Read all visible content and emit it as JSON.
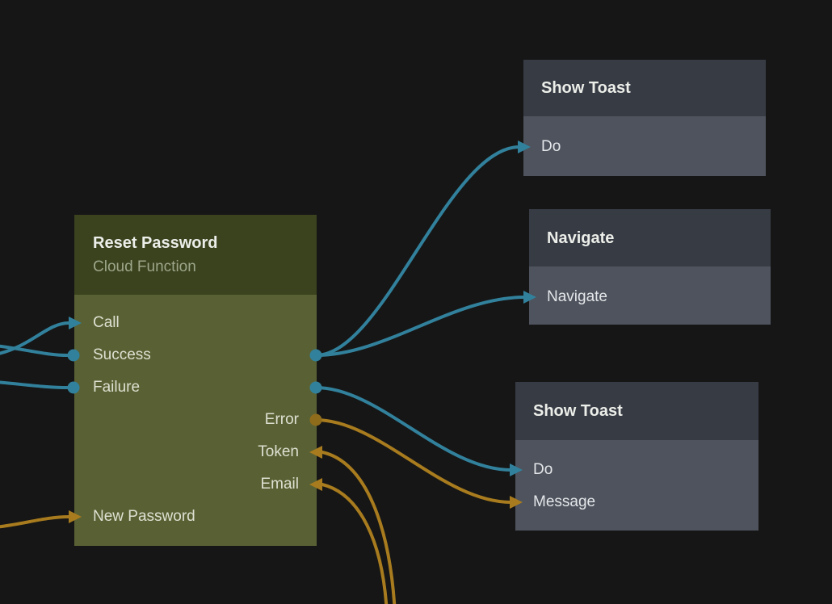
{
  "editor": {
    "background_color": "#161616",
    "view": "node-graph"
  },
  "palette": {
    "signal": "#32819c",
    "data": "#a87c1e",
    "data_circle": "#8f6c1c",
    "olive_header": "#3a421e",
    "olive_body": "#596134",
    "gray_header": "#373b44",
    "gray_body": "#4e535d"
  },
  "nodes": [
    {
      "id": "reset-password",
      "title": "Reset Password",
      "subtitle": "Cloud Function",
      "ports": [
        {
          "label": "Call",
          "side": "left",
          "kind": "signal-input"
        },
        {
          "label": "Success",
          "side": "left-and-right",
          "kind": "signal"
        },
        {
          "label": "Failure",
          "side": "left-and-right",
          "kind": "signal"
        },
        {
          "label": "Error",
          "side": "right",
          "kind": "data-output"
        },
        {
          "label": "Token",
          "side": "right",
          "kind": "data-input"
        },
        {
          "label": "Email",
          "side": "right",
          "kind": "data-input"
        },
        {
          "label": "New Password",
          "side": "left",
          "kind": "data-input"
        }
      ]
    },
    {
      "id": "show-toast-1",
      "title": "Show Toast",
      "ports": [
        {
          "label": "Do",
          "side": "left",
          "kind": "signal-input"
        }
      ]
    },
    {
      "id": "navigate",
      "title": "Navigate",
      "ports": [
        {
          "label": "Navigate",
          "side": "left",
          "kind": "signal-input"
        }
      ]
    },
    {
      "id": "show-toast-2",
      "title": "Show Toast",
      "ports": [
        {
          "label": "Do",
          "side": "left",
          "kind": "signal-input"
        },
        {
          "label": "Message",
          "side": "left",
          "kind": "data-input"
        }
      ]
    }
  ],
  "connections": [
    {
      "from": "offscreen-left",
      "to": "Reset Password.Call",
      "type": "signal"
    },
    {
      "from": "offscreen-left",
      "to": "Reset Password.Success",
      "type": "signal"
    },
    {
      "from": "offscreen-left",
      "to": "Reset Password.Failure",
      "type": "signal"
    },
    {
      "from": "offscreen-left",
      "to": "Reset Password.New Password",
      "type": "data"
    },
    {
      "from": "Reset Password.Success",
      "to": "Show Toast.Do",
      "type": "signal"
    },
    {
      "from": "Reset Password.Success",
      "to": "Navigate.Navigate",
      "type": "signal"
    },
    {
      "from": "Reset Password.Failure",
      "to": "Show Toast (2).Do",
      "type": "signal"
    },
    {
      "from": "Reset Password.Error",
      "to": "Show Toast (2).Message",
      "type": "data"
    },
    {
      "from": "offscreen-bottom",
      "to": "Reset Password.Token",
      "type": "data"
    },
    {
      "from": "offscreen-bottom",
      "to": "Reset Password.Email",
      "type": "data"
    }
  ]
}
